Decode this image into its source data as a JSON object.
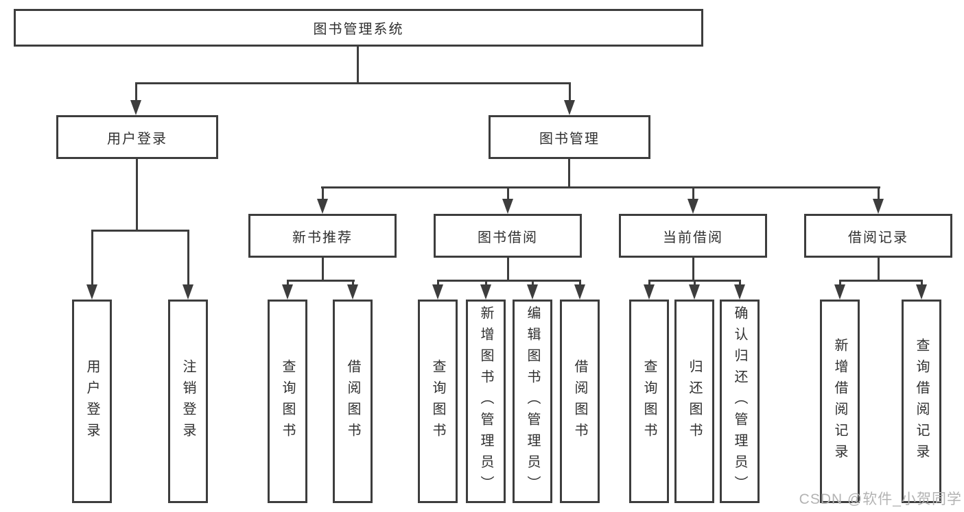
{
  "tree": {
    "label": "图书管理系统",
    "children": [
      {
        "label": "用户登录",
        "children": [
          {
            "label": "用户登录"
          },
          {
            "label": "注销登录"
          }
        ]
      },
      {
        "label": "图书管理",
        "children": [
          {
            "label": "新书推荐",
            "children": [
              {
                "label": "查询图书"
              },
              {
                "label": "借阅图书"
              }
            ]
          },
          {
            "label": "图书借阅",
            "children": [
              {
                "label": "查询图书"
              },
              {
                "label": "新增图书（管理员）"
              },
              {
                "label": "编辑图书（管理员）"
              },
              {
                "label": "借阅图书"
              }
            ]
          },
          {
            "label": "当前借阅",
            "children": [
              {
                "label": "查询图书"
              },
              {
                "label": "归还图书"
              },
              {
                "label": "确认归还（管理员）"
              }
            ]
          },
          {
            "label": "借阅记录",
            "children": [
              {
                "label": "新增借阅记录"
              },
              {
                "label": "查询借阅记录"
              }
            ]
          }
        ]
      }
    ]
  },
  "watermark": {
    "text": "CSDN @软件_小贺同学"
  },
  "colors": {
    "line": "#3d3d3d",
    "text": "#303030",
    "watermark": "#b3b3b3",
    "background": "#ffffff"
  }
}
